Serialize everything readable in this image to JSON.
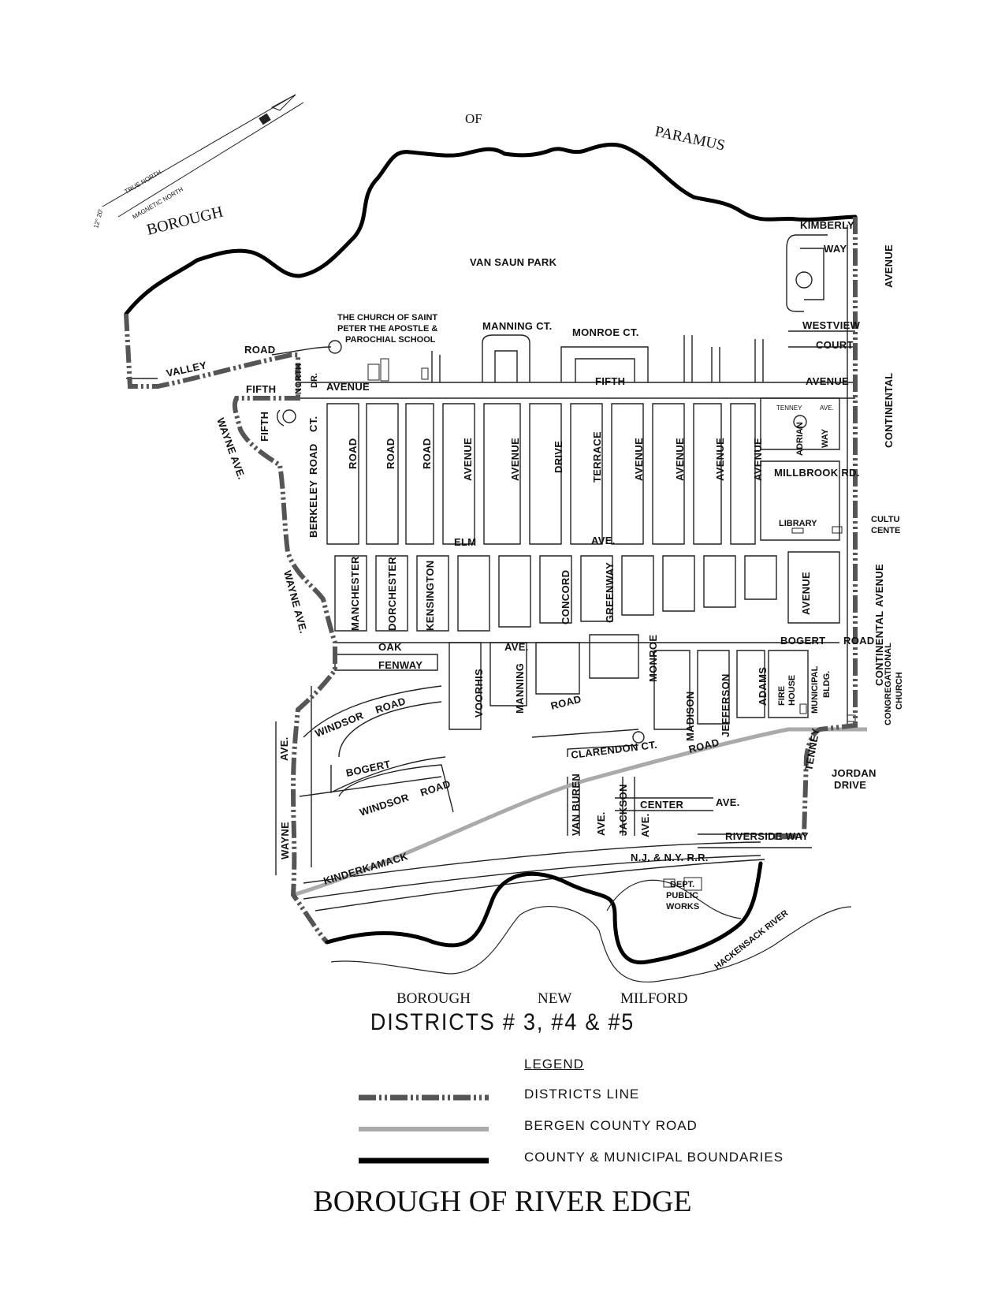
{
  "map": {
    "title": "DISTRICTS # 3, #4 & #5",
    "borough_title": "BOROUGH OF RIVER EDGE",
    "neighbors": {
      "north_1": "BOROUGH",
      "north_2": "OF",
      "north_3": "PARAMUS",
      "south_1": "BOROUGH",
      "south_2": "NEW",
      "south_3": "MILFORD"
    },
    "north_arrow": {
      "true_north": "TRUE NORTH",
      "magnetic_north": "MAGNETIC NORTH",
      "declination": "12° 20'"
    },
    "places": {
      "park": "VAN SAUN PARK",
      "church_1": "THE CHURCH OF SAINT",
      "church_2": "PETER THE APOSTLE &",
      "church_3": "PAROCHIAL SCHOOL",
      "library": "LIBRARY",
      "cultural_1": "CULTU",
      "cultural_2": "CENTE",
      "fire_1": "FIRE",
      "fire_2": "HOUSE",
      "municipal_1": "MUNICIPAL",
      "municipal_2": "BLDG.",
      "congregational_1": "CONGREGATIONAL",
      "congregational_2": "CHURCH",
      "dpw_1": "DEPT.",
      "dpw_2": "PUBLIC",
      "dpw_3": "WORKS",
      "railroad": "N.J. & N.Y. R.R.",
      "river": "HACKENSACK RIVER"
    },
    "streets": {
      "valley": "VALLEY",
      "road": "ROAD",
      "fifth": "FIFTH",
      "north": "NORTH",
      "dr": "DR.",
      "avenue": "AVENUE",
      "manning_ct": "MANNING CT.",
      "monroe_ct": "MONROE CT.",
      "kimberly": "KIMBERLY",
      "way": "WAY",
      "westview": "WESTVIEW",
      "court": "COURT",
      "continental": "CONTINENTAL",
      "tenney": "TENNEY",
      "ave": "AVE.",
      "adrian": "ADRIAN",
      "millbrook": "MILLBROOK RD.",
      "wayne_ave": "WAYNE AVE.",
      "ct": "CT.",
      "berkeley": "BERKELEY",
      "drive": "DRIVE",
      "terrace": "TERRACE",
      "elm": "ELM",
      "manchester": "MANCHESTER",
      "dorchester": "DORCHESTER",
      "kensington": "KENSINGTON",
      "concord": "CONCORD",
      "greenway": "GREENWAY",
      "bogert": "BOGERT",
      "oak": "OAK",
      "fenway": "FENWAY",
      "voorhis": "VOORHIS",
      "manning": "MANNING",
      "monroe": "MONROE",
      "madison": "MADISON",
      "jefferson": "JEFFERSON",
      "adams": "ADAMS",
      "windsor": "WINDSOR",
      "clarendon": "CLARENDON CT.",
      "wayne": "WAYNE",
      "van_buren": "VAN BUREN",
      "jackson": "JACKSON",
      "center": "CENTER",
      "riverside": "RIVERSIDE WAY",
      "jordan_1": "JORDAN",
      "jordan_2": "DRIVE",
      "kinderkamack": "KINDERKAMACK"
    }
  },
  "legend": {
    "heading": "LEGEND",
    "items": [
      {
        "label": "DISTRICTS LINE",
        "style": "district",
        "color": "#555555"
      },
      {
        "label": "BERGEN COUNTY ROAD",
        "style": "county",
        "color": "#aaaaaa"
      },
      {
        "label": "COUNTY & MUNICIPAL BOUNDARIES",
        "style": "boundary",
        "color": "#000000"
      }
    ]
  }
}
